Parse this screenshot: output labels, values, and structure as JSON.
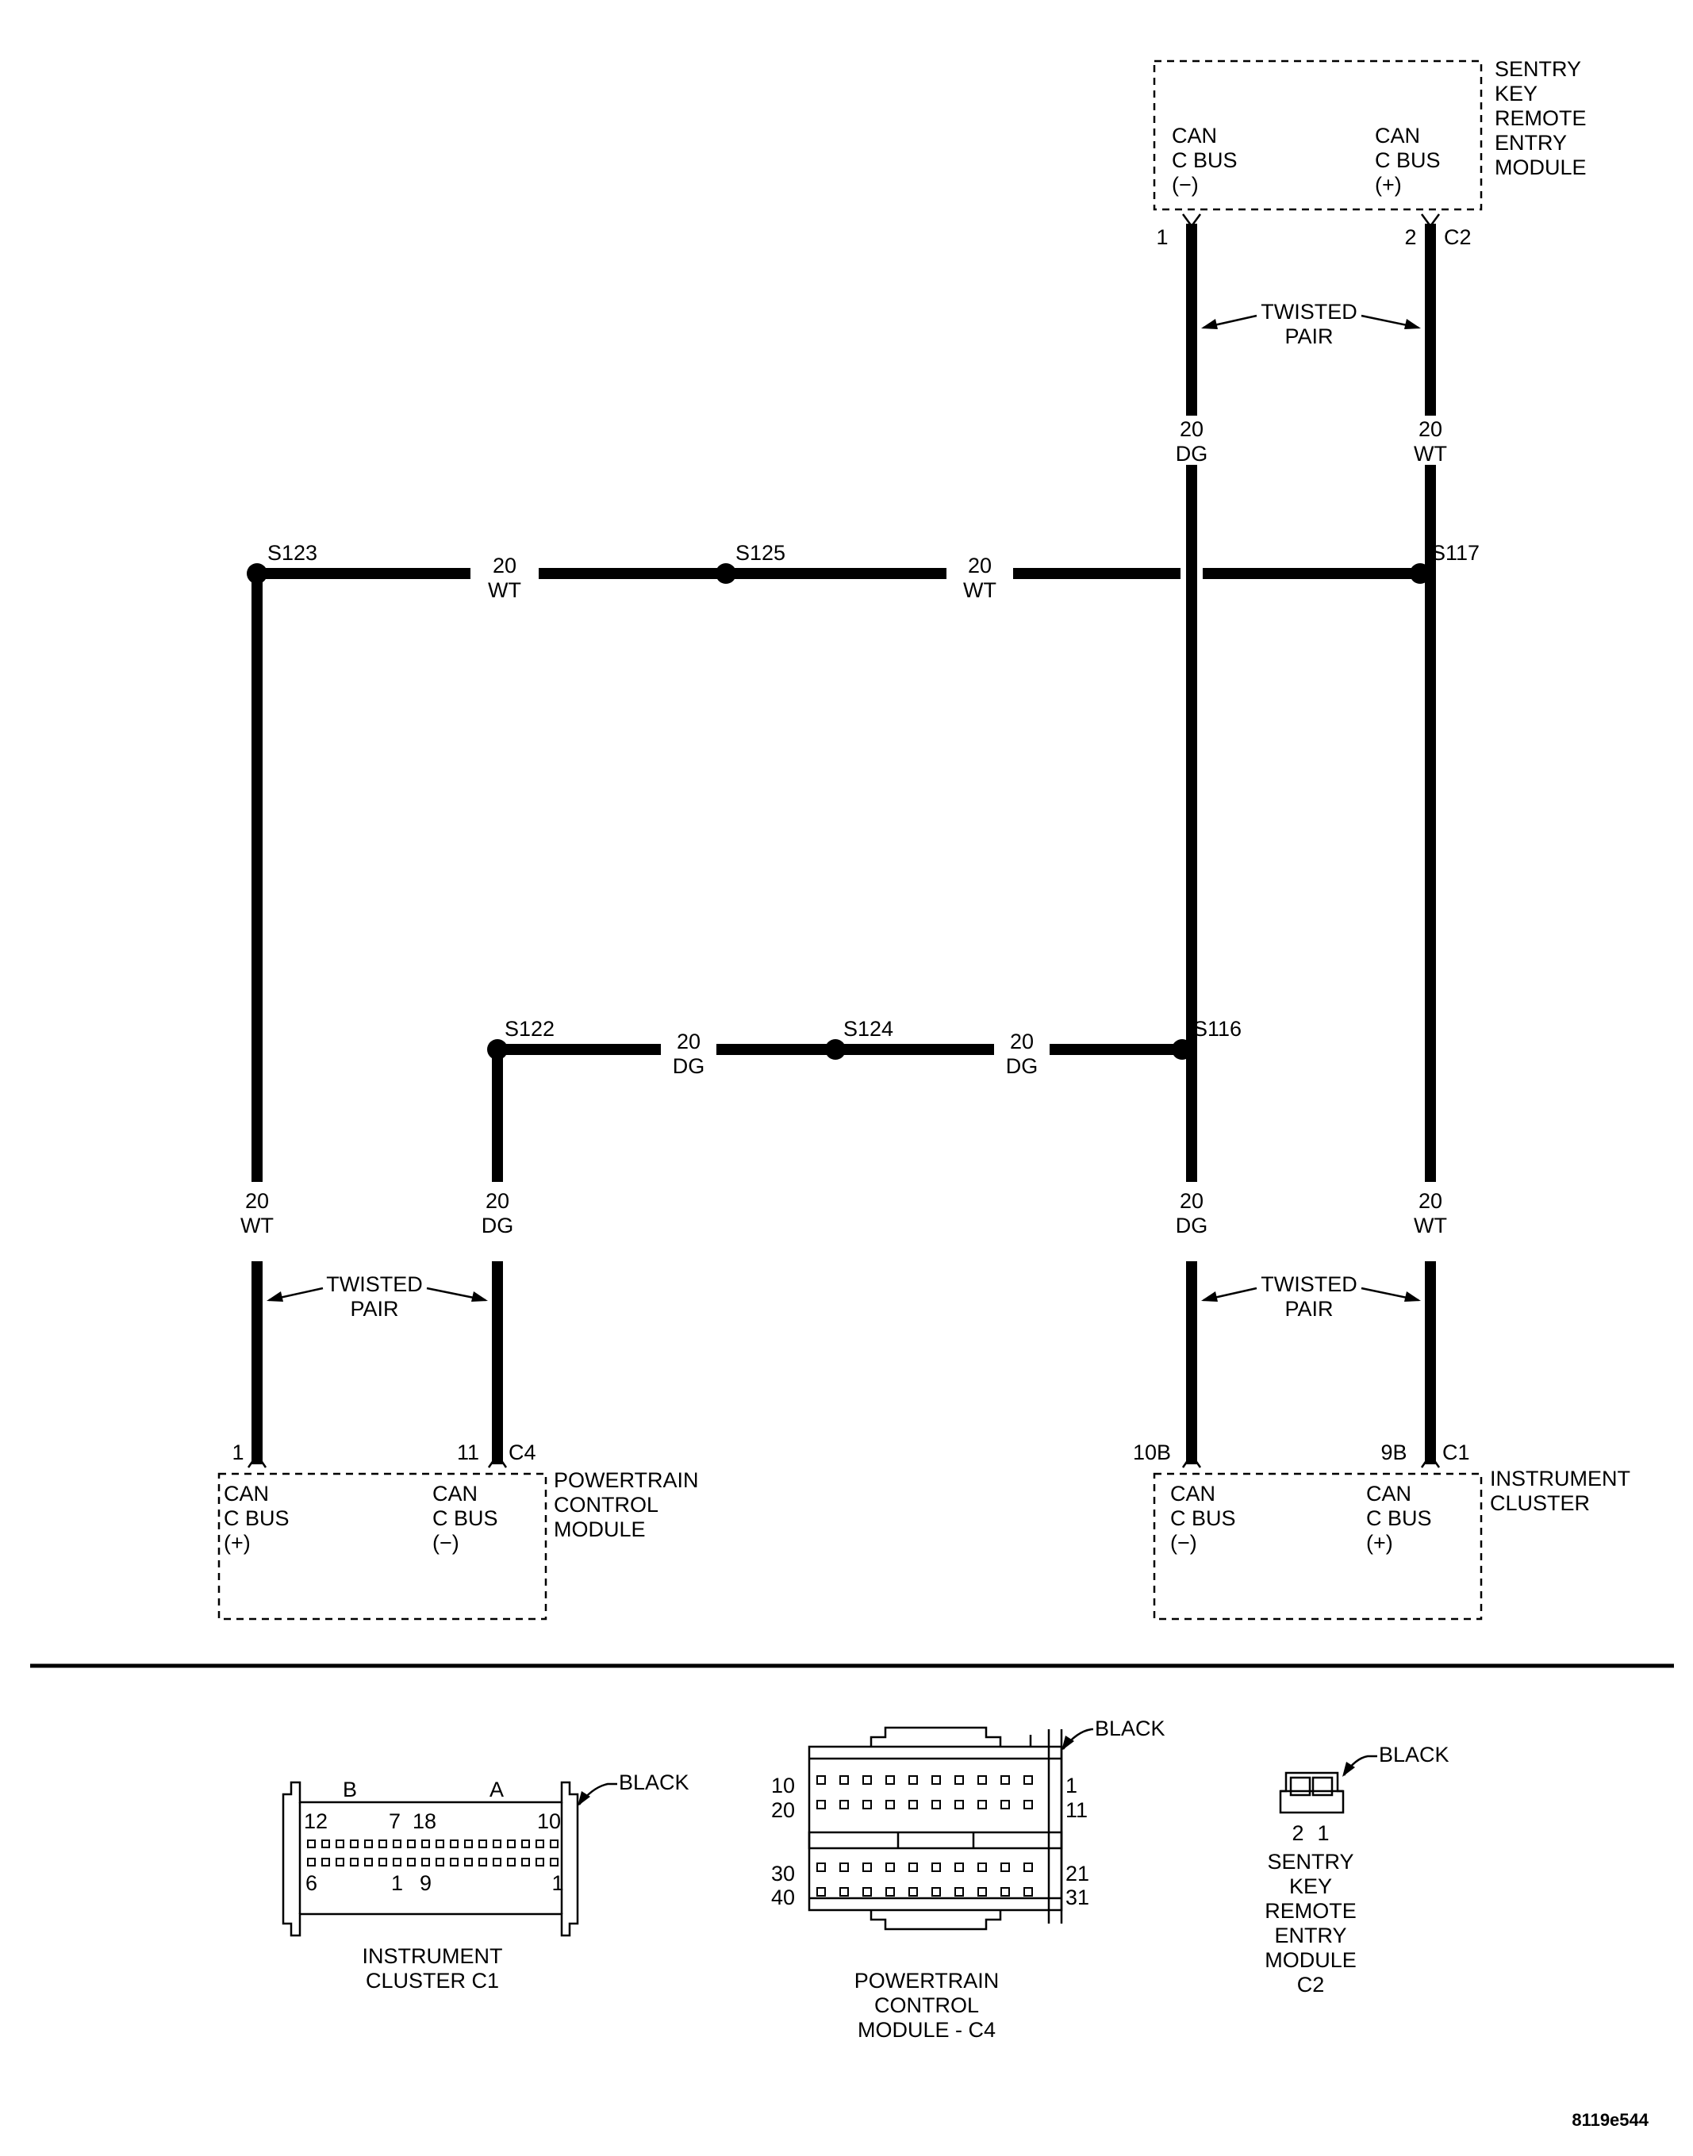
{
  "modules": {
    "skrem": {
      "title": [
        "SENTRY",
        "KEY",
        "REMOTE",
        "ENTRY",
        "MODULE"
      ],
      "left_pin_label": [
        "CAN",
        "C BUS",
        "(−)"
      ],
      "right_pin_label": [
        "CAN",
        "C BUS",
        "(+)"
      ],
      "pin_left": "1",
      "pin_right": "2",
      "connector": "C2"
    },
    "pcm": {
      "title": [
        "POWERTRAIN",
        "CONTROL",
        "MODULE"
      ],
      "left_pin_label": [
        "CAN",
        "C BUS",
        "(+)"
      ],
      "right_pin_label": [
        "CAN",
        "C BUS",
        "(−)"
      ],
      "pin_left": "1",
      "pin_right": "11",
      "connector": "C4"
    },
    "cluster": {
      "title": [
        "INSTRUMENT",
        "CLUSTER"
      ],
      "left_pin_label": [
        "CAN",
        "C BUS",
        "(−)"
      ],
      "right_pin_label": [
        "CAN",
        "C BUS",
        "(+)"
      ],
      "pin_left": "10B",
      "pin_right": "9B",
      "connector": "C1"
    }
  },
  "twisted_pair": [
    "TWISTED",
    "PAIR"
  ],
  "splices": {
    "s123": "S123",
    "s125": "S125",
    "s117": "S117",
    "s122": "S122",
    "s124": "S124",
    "s116": "S116"
  },
  "wires": {
    "dg": [
      "20",
      "DG"
    ],
    "wt": [
      "20",
      "WT"
    ]
  },
  "connector_views": {
    "cluster_c1": {
      "title": [
        "INSTRUMENT",
        "CLUSTER C1"
      ],
      "color": "BLACK",
      "section_b": "B",
      "section_a": "A",
      "pins_top": [
        "12",
        "7",
        "18",
        "10"
      ],
      "pins_bottom": [
        "6",
        "1",
        "9",
        "1"
      ]
    },
    "pcm_c4": {
      "title": [
        "POWERTRAIN",
        "CONTROL",
        "MODULE - C4"
      ],
      "color": "BLACK",
      "pins_left": [
        "10",
        "20",
        "30",
        "40"
      ],
      "pins_right": [
        "1",
        "11",
        "21",
        "31"
      ]
    },
    "skrem_c2": {
      "title": [
        "SENTRY",
        "KEY",
        "REMOTE",
        "ENTRY",
        "MODULE",
        "C2"
      ],
      "color": "BLACK",
      "pins": [
        "2",
        "1"
      ]
    }
  },
  "figure_ref": "8119e544"
}
